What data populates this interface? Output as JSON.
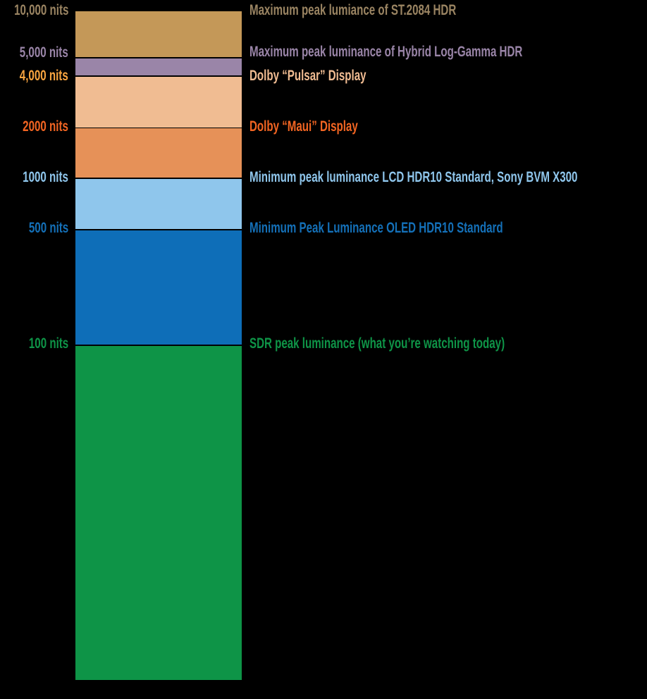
{
  "chart_data": {
    "type": "bar",
    "subtype": "stacked-single-column (luminance levels)",
    "title": "",
    "xlabel": "",
    "ylabel": "",
    "unit": "nits",
    "levels": [
      {
        "value": 10000,
        "label": "10,000 nits",
        "description": "Maximum peak lumiance of ST.2084 HDR",
        "segment_color": "#c49858",
        "label_color": "#9a8462",
        "desc_color": "#9a8462"
      },
      {
        "value": 5000,
        "label": "5,000 nits",
        "description": "Maximum peak luminance of Hybrid Log-Gamma HDR",
        "segment_color": "#9a85a8",
        "label_color": "#9a85a8",
        "desc_color": "#9a85a8"
      },
      {
        "value": 4000,
        "label": "4,000 nits",
        "description": "Dolby “Pulsar” Display",
        "segment_color": "#f0bc92",
        "label_color": "#f9a540",
        "desc_color": "#f0bc92"
      },
      {
        "value": 2000,
        "label": "2000 nits",
        "description": "Dolby “Maui” Display",
        "segment_color": "#e69158",
        "label_color": "#f26522",
        "desc_color": "#f26522"
      },
      {
        "value": 1000,
        "label": "1000 nits",
        "description": "Minimum peak luminance LCD HDR10 Standard, Sony BVM X300",
        "segment_color": "#8fc6ec",
        "label_color": "#8fc6ec",
        "desc_color": "#8fc6ec"
      },
      {
        "value": 500,
        "label": "500 nits",
        "description": "Minimum Peak Luminance OLED HDR10 Standard",
        "segment_color": "#0e6eb8",
        "label_color": "#1470b8",
        "desc_color": "#1470b8"
      },
      {
        "value": 100,
        "label": "100 nits",
        "description": "SDR peak luminance (what you’re watching today)",
        "segment_color": "#0e9447",
        "label_color": "#0e9447",
        "desc_color": "#0e9447"
      }
    ],
    "background": "#000000",
    "grid": false,
    "legend": "none (inline labels left and right of column)"
  }
}
